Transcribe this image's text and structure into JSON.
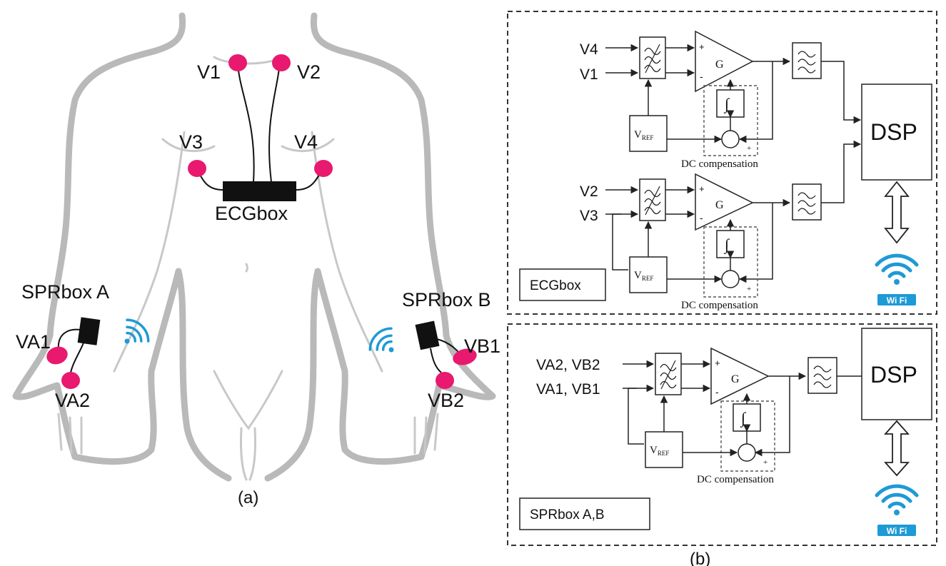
{
  "panel_a": {
    "electrodes": {
      "v1": "V1",
      "v2": "V2",
      "v3": "V3",
      "v4": "V4",
      "va1": "VA1",
      "va2": "VA2",
      "vb1": "VB1",
      "vb2": "VB2"
    },
    "ecg_box": "ECGbox",
    "spr_box_a": "SPRbox A",
    "spr_box_b": "SPRbox B",
    "caption": "(a)",
    "wireless_icon": "wifi-signal-icon",
    "electrode_color": "#e8196e"
  },
  "panel_b": {
    "caption": "(b)",
    "ecg_block": {
      "label": "ECGbox",
      "ch1_in_top": "V4",
      "ch1_in_bottom": "V1",
      "ch2_in_top": "V2",
      "ch2_in_bottom": "V3",
      "gain": "G",
      "vref_main": "V",
      "vref_sub": "REF",
      "integrator": "∫",
      "dc_label": "DC compensation",
      "plus": "+",
      "minus": "-",
      "dsp": "DSP",
      "wifi_badge": "Wi Fi"
    },
    "spr_block": {
      "label": "SPRbox A,B",
      "in_top": "VA2, VB2",
      "in_bottom": "VA1, VB1",
      "gain": "G",
      "vref_main": "V",
      "vref_sub": "REF",
      "integrator": "∫",
      "dc_label": "DC compensation",
      "plus": "+",
      "minus": "-",
      "dsp": "DSP",
      "wifi_badge": "Wi Fi"
    },
    "wifi_color": "#1e9ad6"
  }
}
